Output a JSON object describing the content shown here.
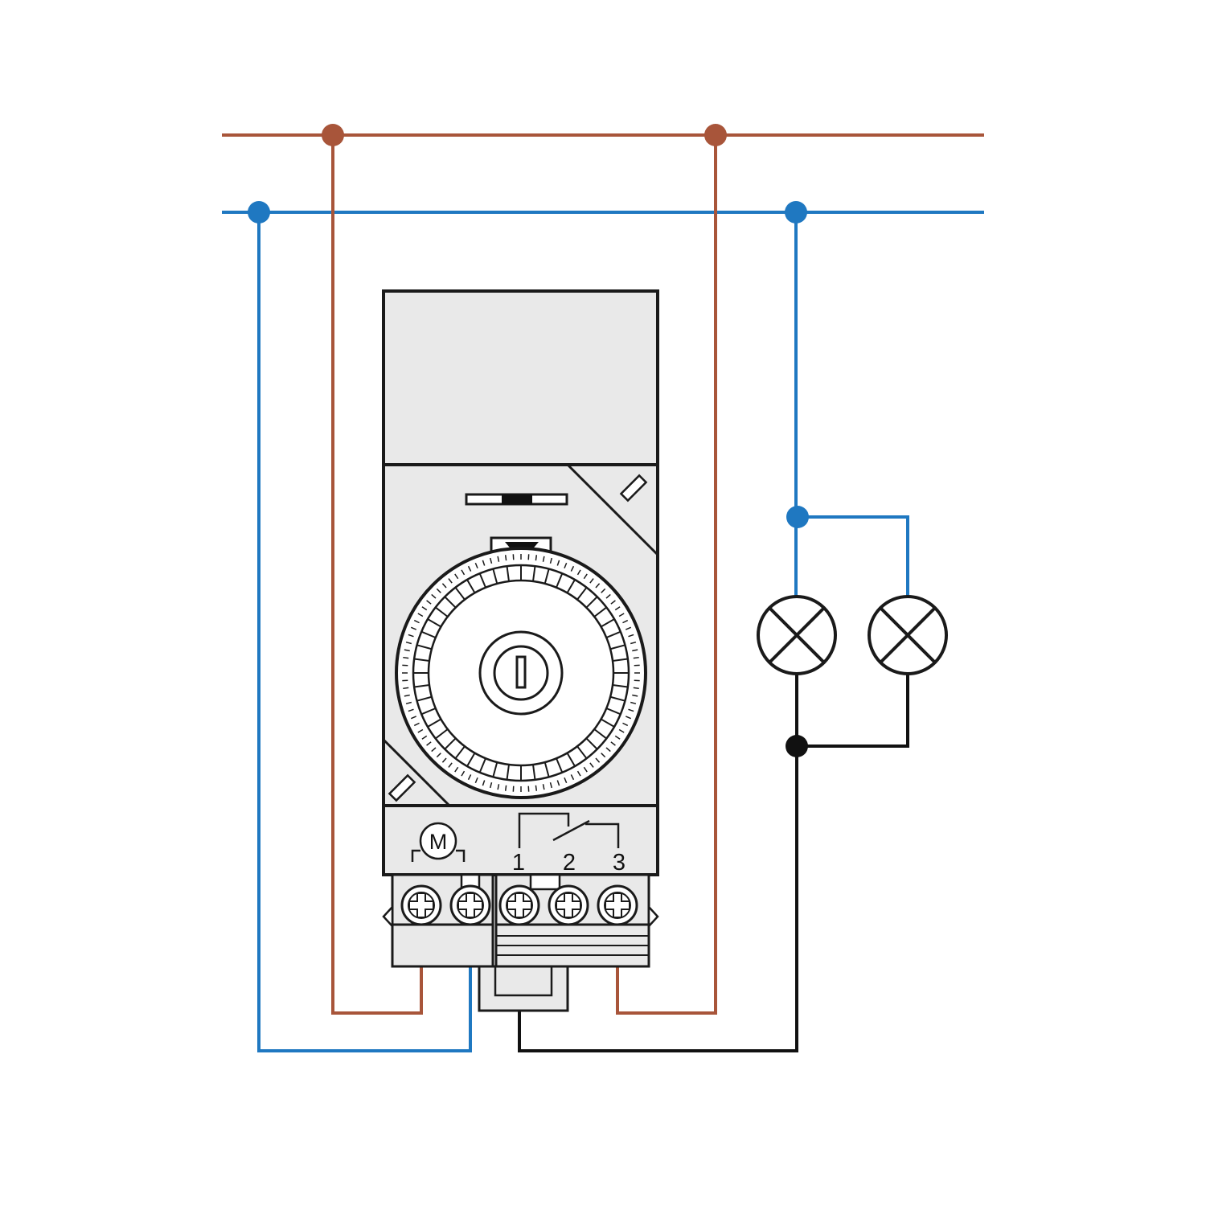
{
  "diagram": {
    "colors": {
      "phase": "#a8553a",
      "neutral": "#1f78c1",
      "load": "#111111",
      "device_body": "#e9e9e9",
      "outline": "#1a1a1a",
      "background": "#ffffff"
    },
    "device": {
      "motor_label": "M",
      "terminal_labels": [
        "1",
        "2",
        "3"
      ]
    },
    "lamps": [
      {
        "icon": "lamp-icon"
      },
      {
        "icon": "lamp-icon"
      }
    ]
  }
}
